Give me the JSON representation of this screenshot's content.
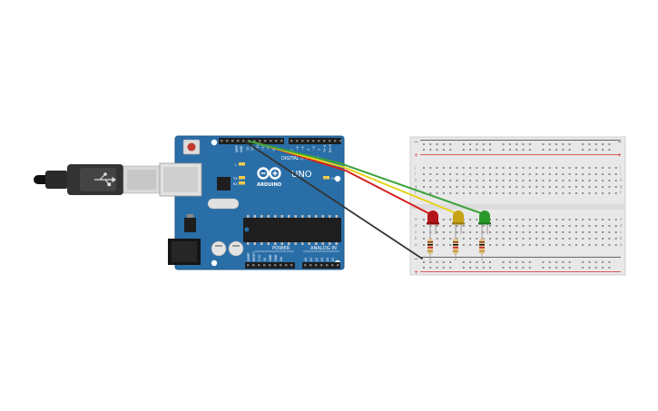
{
  "board": {
    "brand_label": "ARDUINO",
    "model_label": "UNO",
    "digital_label": "DIGITAL (PWM~)",
    "power_label": "POWER",
    "analog_label": "ANALOG IN",
    "led_l_label": "L",
    "tx_label": "TX",
    "rx_label": "RX",
    "on_label": "ON",
    "color": "#2a6ea8"
  },
  "breadboard": {
    "rail_plus": "+",
    "rail_minus": "−",
    "row_letters": [
      "a",
      "b",
      "c",
      "d",
      "e",
      "f",
      "g",
      "h",
      "i",
      "j"
    ]
  },
  "leds": [
    {
      "name": "red",
      "color": "#b3141a"
    },
    {
      "name": "yellow",
      "color": "#c6a214"
    },
    {
      "name": "green",
      "color": "#2a9a2a"
    }
  ],
  "wires": [
    {
      "name": "red",
      "color": "#d61f1f"
    },
    {
      "name": "yellow",
      "color": "#e7d21b"
    },
    {
      "name": "green",
      "color": "#3aa33a"
    },
    {
      "name": "ground",
      "color": "#333333"
    }
  ]
}
